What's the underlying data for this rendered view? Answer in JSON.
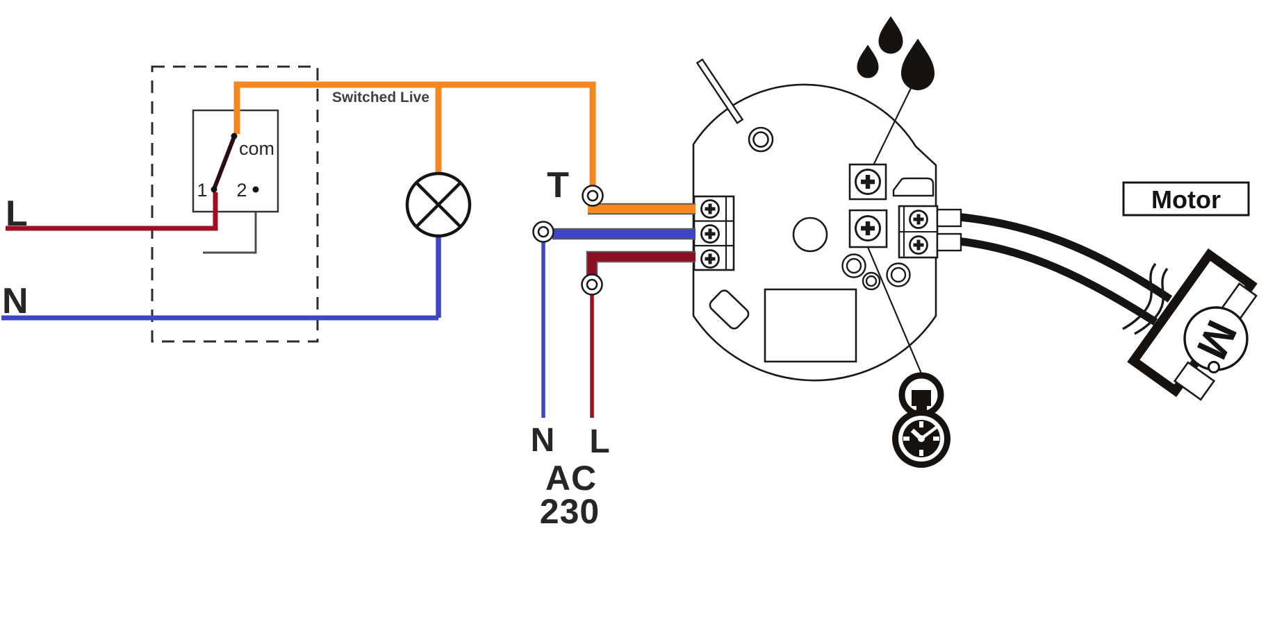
{
  "labels": {
    "switched_live": "Switched Live",
    "switch_com": "com",
    "switch_terminal_1": "1",
    "switch_terminal_2": "2",
    "mains_live": "L",
    "mains_neutral": "N",
    "timer_terminal": "T",
    "supply_neutral": "N",
    "supply_live": "L",
    "supply_ac": "AC",
    "supply_voltage": "230",
    "motor": "Motor",
    "motor_symbol": "M"
  },
  "colors": {
    "switched-live-orange": "#F6871F",
    "neutral-blue": "#3E45C6",
    "live-dark-red": "#8C1023",
    "live-line-red": "#A00E22",
    "wire-outline": "#58585A",
    "link-gray": "#4C4C4C",
    "ink": "#1A1A1A"
  },
  "icons": {
    "humidity": "water-drops-icon",
    "timer": "stopwatch-icon",
    "lamp": "lamp-symbol",
    "motor": "motor-symbol"
  }
}
